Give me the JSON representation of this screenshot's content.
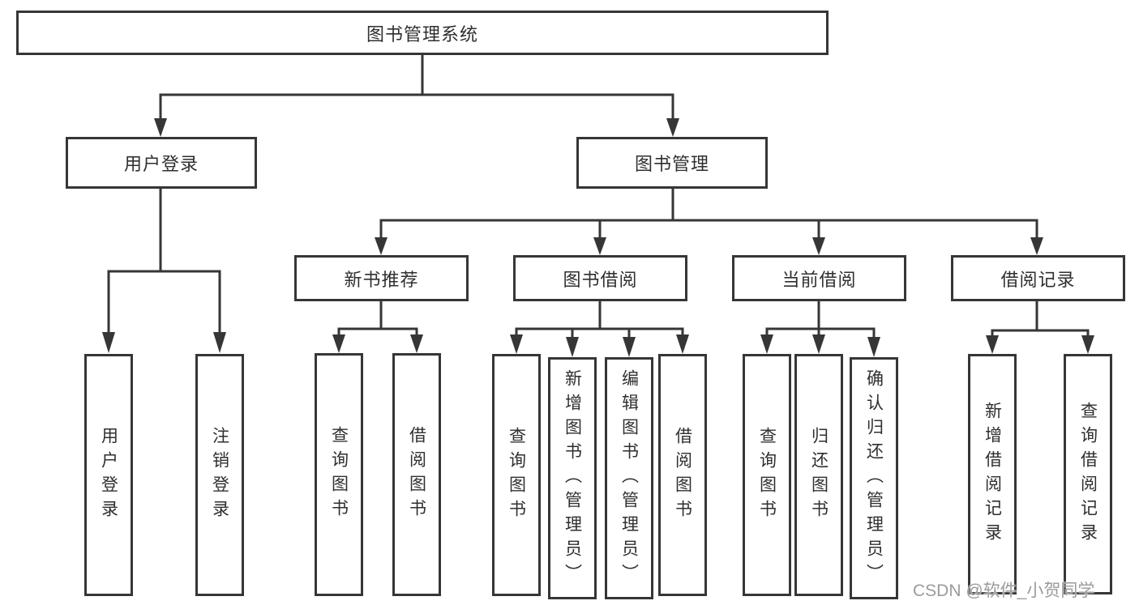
{
  "root_label": "图书管理系统",
  "branches": {
    "user_login": {
      "label": "用户登录",
      "children": [
        "用户登录",
        "注销登录"
      ]
    },
    "book_management": {
      "label": "图书管理",
      "children": [
        {
          "label": "新书推荐",
          "children": [
            "查询图书",
            "借阅图书"
          ]
        },
        {
          "label": "图书借阅",
          "children": [
            "查询图书",
            "新增图书（管理员）",
            "编辑图书（管理员）",
            "借阅图书"
          ]
        },
        {
          "label": "当前借阅",
          "children": [
            "查询图书",
            "归还图书",
            "确认归还（管理员）"
          ]
        },
        {
          "label": "借阅记录",
          "children": [
            "新增借阅记录",
            "查询借阅记录"
          ]
        }
      ]
    }
  },
  "watermark": "CSDN @软件_小贺同学",
  "colors": {
    "line": "#363636",
    "text": "#2f2f2f",
    "background": "#ffffff",
    "watermark": "#9b9b9b"
  }
}
